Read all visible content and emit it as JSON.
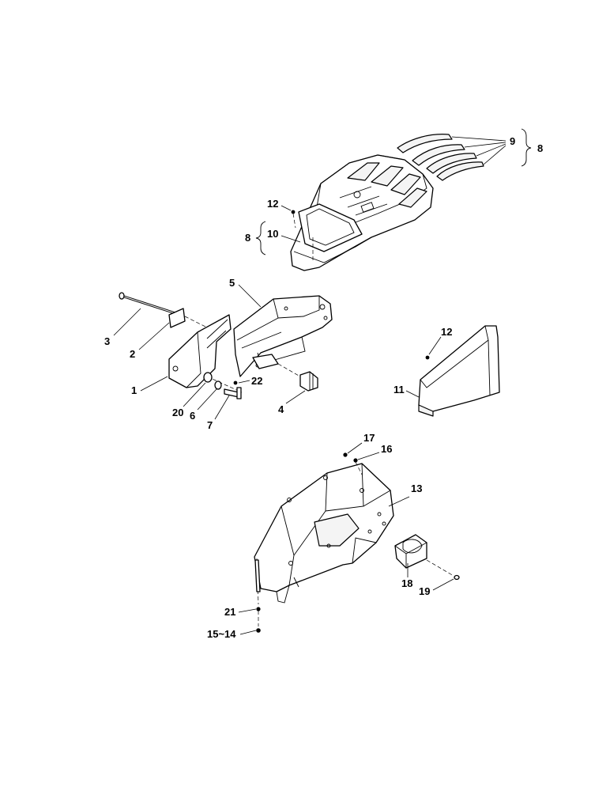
{
  "callouts": {
    "c1": "1",
    "c2": "2",
    "c3": "3",
    "c4": "4",
    "c5": "5",
    "c6": "6",
    "c7": "7",
    "c8_top": "8",
    "c8_left": "8",
    "c9": "9",
    "c10": "10",
    "c11": "11",
    "c12_console": "12",
    "c12_cover": "12",
    "c13": "13",
    "c14_15": "15~14",
    "c16": "16",
    "c17": "17",
    "c18": "18",
    "c19": "19",
    "c20": "20",
    "c21": "21",
    "c22": "22"
  },
  "colors": {
    "line": "#000000",
    "background": "#ffffff",
    "fill": "#f4f4f4"
  }
}
